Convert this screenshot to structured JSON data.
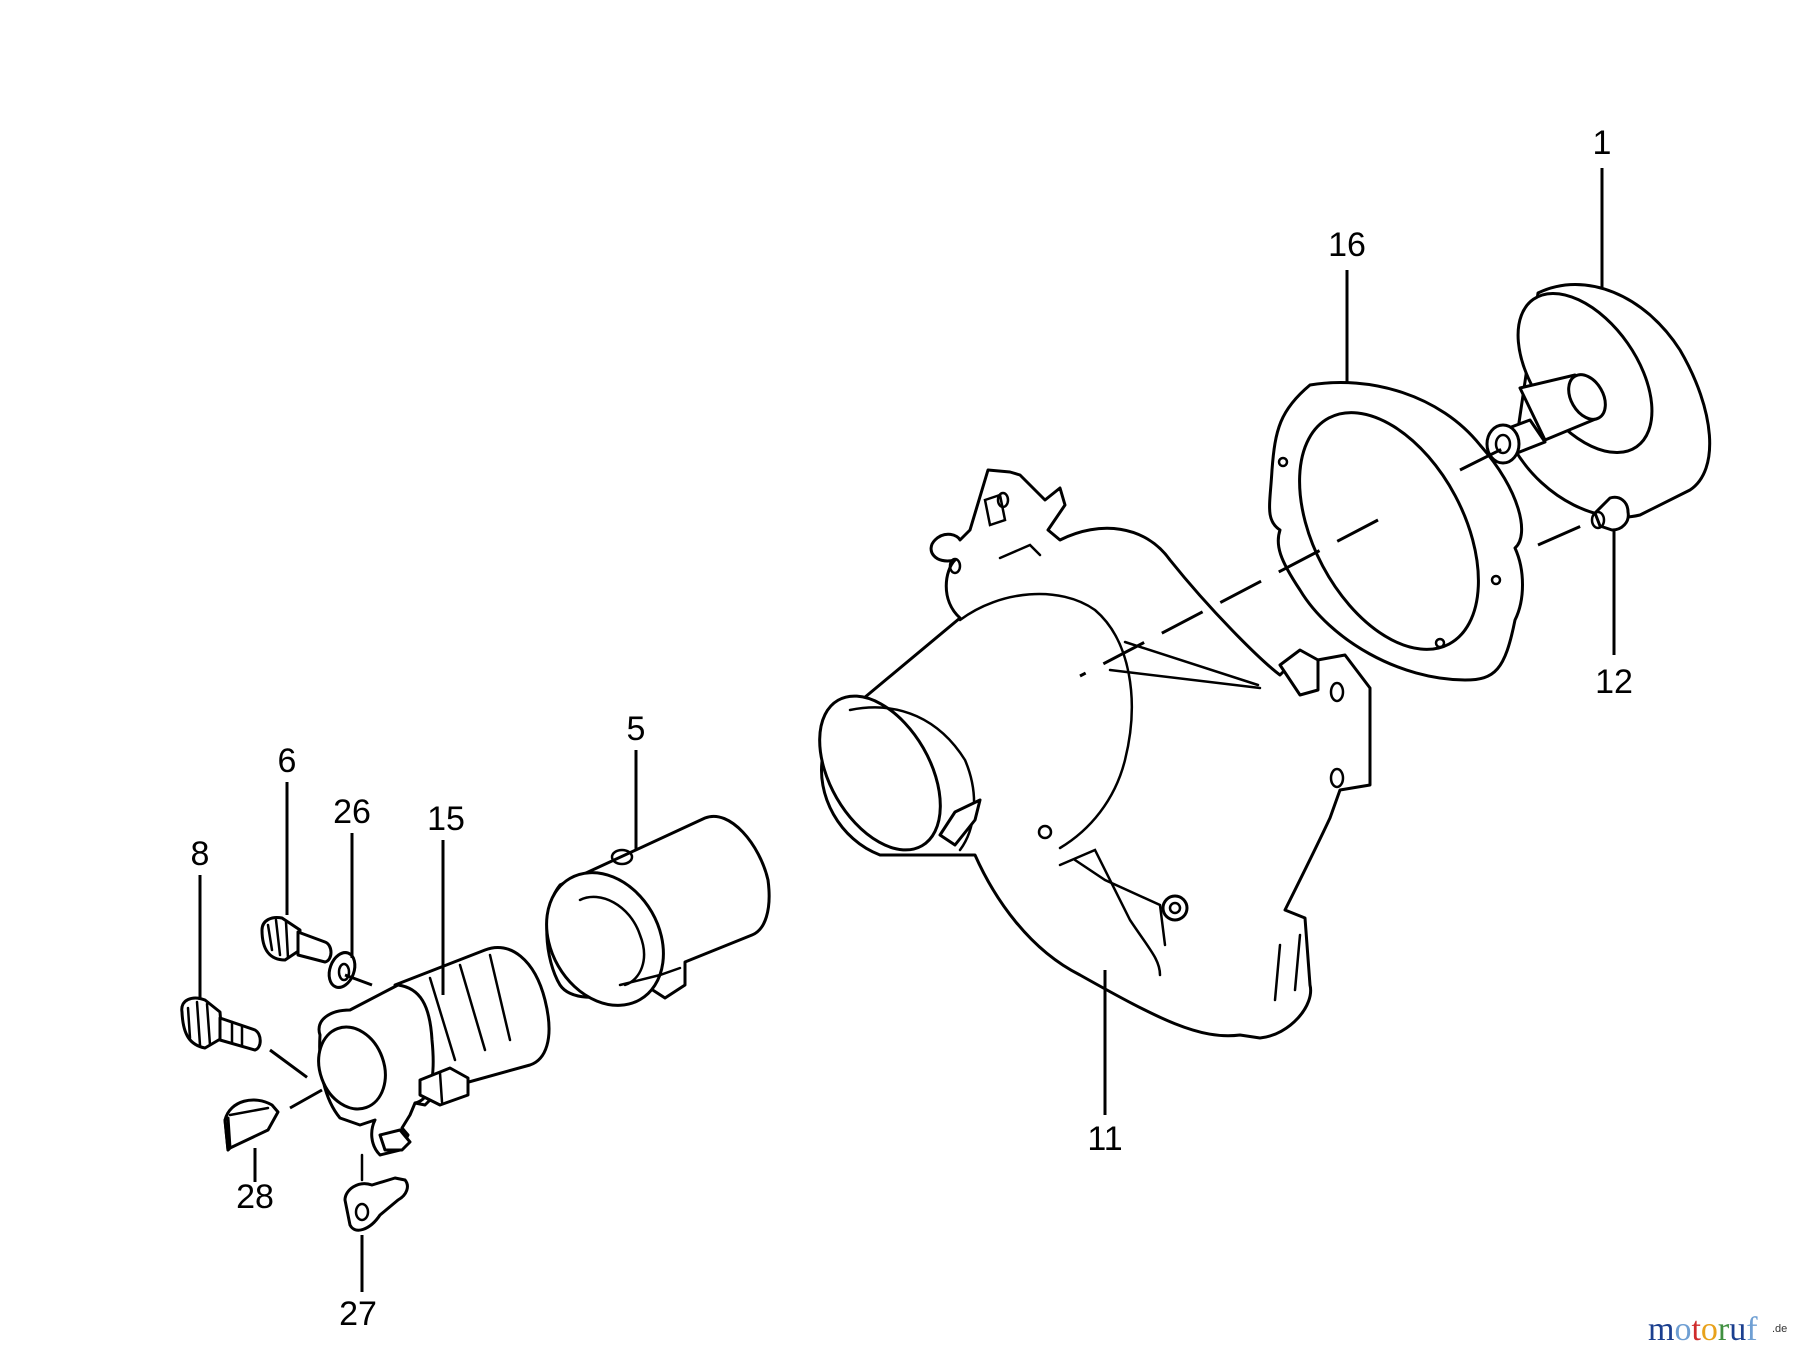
{
  "callouts": {
    "c1": "1",
    "c16": "16",
    "c12": "12",
    "c11": "11",
    "c5": "5",
    "c6": "6",
    "c26": "26",
    "c15": "15",
    "c8": "8",
    "c28": "28",
    "c27": "27"
  },
  "watermark": {
    "brand": "motoruf",
    "suffix": ".de",
    "colors": [
      "#1b3f8f",
      "#6f9fd3",
      "#cf2b2b",
      "#e8a21c",
      "#3f8f3f"
    ]
  }
}
